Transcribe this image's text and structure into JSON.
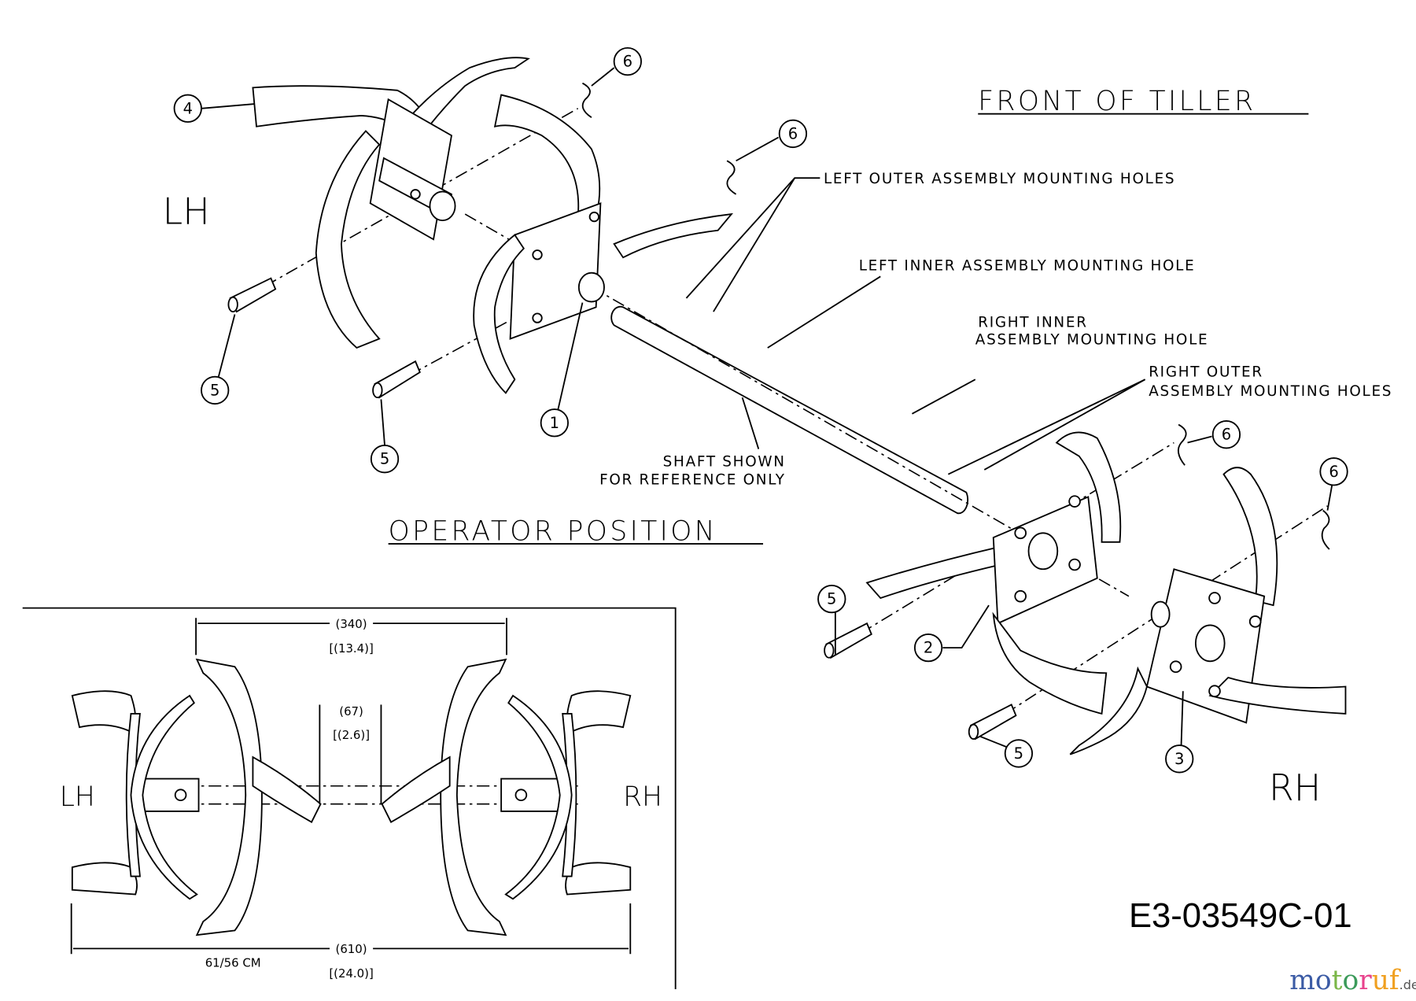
{
  "headings": {
    "front": "FRONT OF TILLER",
    "operator": "OPERATOR POSITION",
    "lh": "LH",
    "rh": "RH",
    "inset_lh": "LH",
    "inset_rh": "RH"
  },
  "notes": {
    "left_outer": "LEFT OUTER ASSEMBLY MOUNTING HOLES",
    "left_inner": "LEFT INNER ASSEMBLY MOUNTING HOLE",
    "right_inner_1": "RIGHT INNER",
    "right_inner_2": "ASSEMBLY MOUNTING HOLE",
    "right_outer_1": "RIGHT OUTER",
    "right_outer_2": "ASSEMBLY MOUNTING HOLES",
    "shaft_1": "SHAFT SHOWN",
    "shaft_2": "FOR REFERENCE ONLY"
  },
  "callouts": [
    "6",
    "6",
    "6",
    "6",
    "4",
    "5",
    "5",
    "5",
    "5",
    "1",
    "2",
    "3"
  ],
  "dimensions": {
    "d340": "(340)",
    "d340_in": "[(13.4)]",
    "d67": "(67)",
    "d67_in": "[(2.6)]",
    "d610": "(610)",
    "d610_in": "[(24.0)]",
    "cm": "61/56 CM"
  },
  "part_number": "E3-03549C-01",
  "watermark": {
    "text": "motoruf",
    "suffix": ".de",
    "colors": [
      "#3b5ba5",
      "#3b5ba5",
      "#7ab648",
      "#e8428c",
      "#f0a020",
      "#e0701c",
      "#f0b020"
    ]
  }
}
